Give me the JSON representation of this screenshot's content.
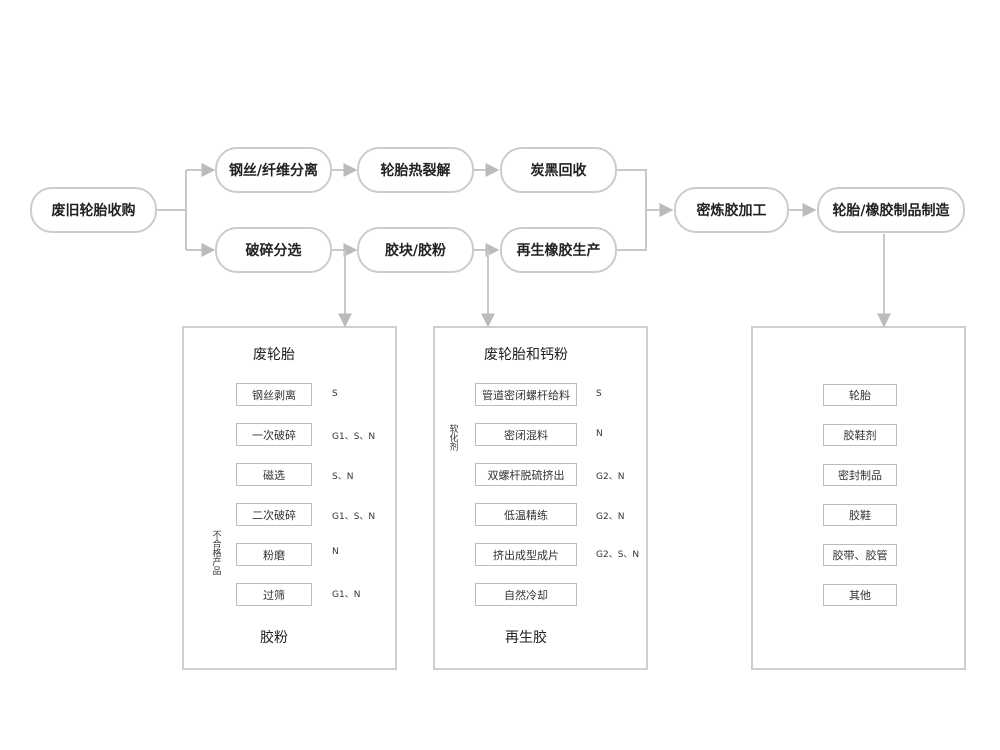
{
  "top_flow": {
    "collect": "废旧轮胎收购",
    "steel_sep": "钢丝/纤维分离",
    "pyrolysis": "轮胎热裂解",
    "carbon": "炭黑回收",
    "crush": "破碎分选",
    "powder": "胶块/胶粉",
    "reclaim": "再生橡胶生产",
    "mixing": "密炼胶加工",
    "products": "轮胎/橡胶制品制造"
  },
  "panel1": {
    "top": "废轮胎",
    "steps": [
      {
        "label": "钢丝剥离",
        "out": "S"
      },
      {
        "label": "一次破碎",
        "out": "G1、S、N"
      },
      {
        "label": "磁选",
        "out": "S、N"
      },
      {
        "label": "二次破碎",
        "out": "G1、S、N"
      },
      {
        "label": "粉磨",
        "out": "N"
      },
      {
        "label": "过筛",
        "out": "G1、N"
      }
    ],
    "loop_label": "不合格产品",
    "bottom": "胶粉"
  },
  "panel2": {
    "top": "废轮胎和钙粉",
    "steps": [
      {
        "label": "管道密闭螺杆给料",
        "out": "S"
      },
      {
        "label": "密闭混料",
        "out": "N"
      },
      {
        "label": "双螺杆脱硫挤出",
        "out": "G2、N"
      },
      {
        "label": "低温精练",
        "out": "G2、N"
      },
      {
        "label": "挤出成型成片",
        "out": "G2、S、N"
      },
      {
        "label": "自然冷却",
        "out": ""
      }
    ],
    "side_input": "软化剂",
    "bottom": "再生胶"
  },
  "panel3": {
    "items": [
      "轮胎",
      "胶鞋剂",
      "密封制品",
      "胶鞋",
      "胶带、胶管",
      "其他"
    ]
  }
}
